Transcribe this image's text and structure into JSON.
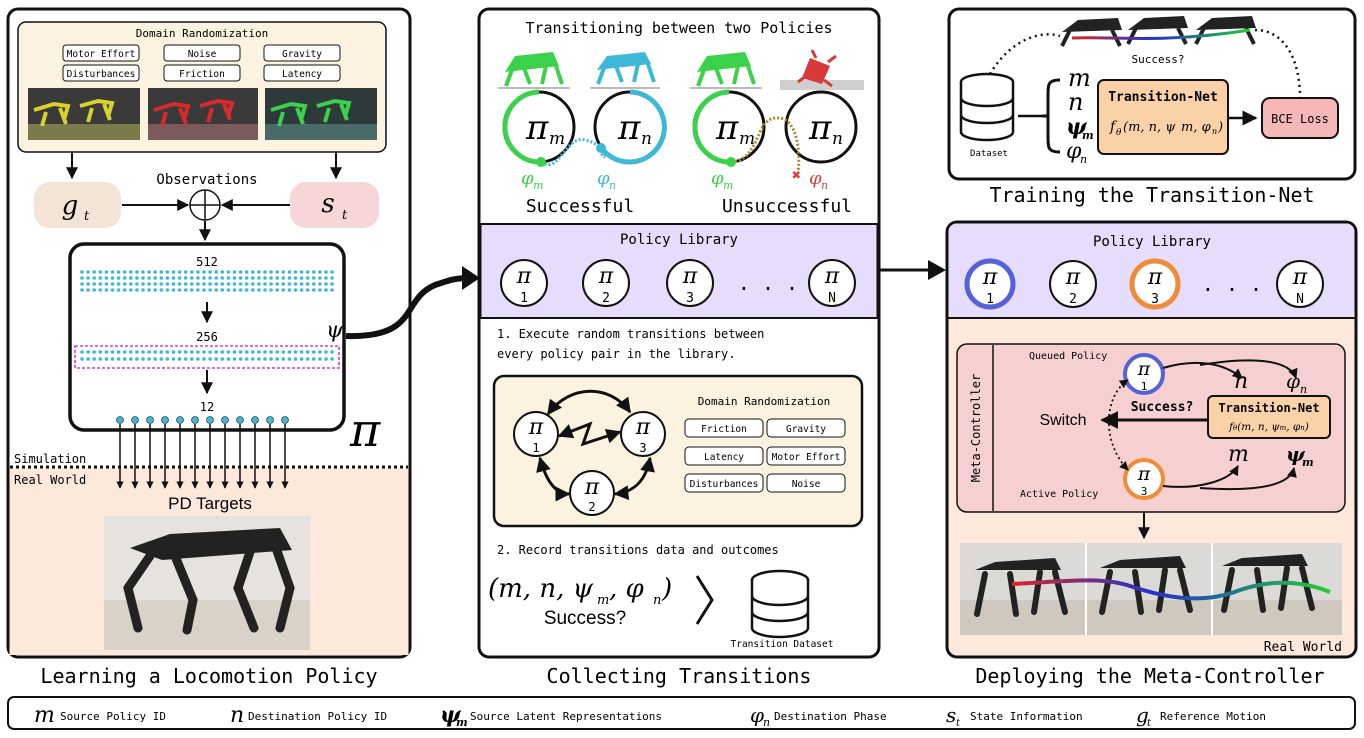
{
  "left": {
    "domain_randomization": {
      "title": "Domain Randomization",
      "chips": [
        "Motor Effort",
        "Noise",
        "Gravity",
        "Disturbances",
        "Friction",
        "Latency"
      ]
    },
    "observations": "Observations",
    "g_symbol": "g",
    "g_sub": "t",
    "s_symbol": "s",
    "s_sub": "t",
    "layers": [
      "512",
      "256",
      "12"
    ],
    "psi": "ψ",
    "pi": "π",
    "simulation": "Simulation",
    "real_world": "Real World",
    "pd_targets": "PD Targets",
    "caption": "Learning a Locomotion Policy"
  },
  "middle": {
    "transition_title": "Transitioning between two Policies",
    "pi_m": "π",
    "sub_m": "m",
    "pi_n": "π",
    "sub_n": "n",
    "phi": "φ",
    "successful": "Successful",
    "unsuccessful": "Unsuccessful",
    "library_title": "Policy Library",
    "library": [
      "1",
      "2",
      "3",
      "N"
    ],
    "ellipsis": ". . .",
    "step1_line1": "1. Execute random transitions between",
    "step1_line2": "every policy pair in the library.",
    "dr_title": "Domain Randomization",
    "dr_chips": [
      "Friction",
      "Gravity",
      "Latency",
      "Motor Effort",
      "Disturbances",
      "Noise"
    ],
    "graph_nodes": [
      "1",
      "3",
      "2"
    ],
    "step2": "2. Record transitions data and outcomes",
    "tuple": "(m, n, ψ",
    "tuple_end": ", φ",
    "tuple_close": ")",
    "success_q": "Success?",
    "dataset_label": "Transition Dataset",
    "caption": "Collecting Transitions"
  },
  "right": {
    "top": {
      "success_q": "Success?",
      "dataset": "Dataset",
      "inputs": [
        "m",
        "n",
        "ψ",
        "φ"
      ],
      "tn_title": "Transition-Net",
      "tn_func": "f",
      "tn_theta": "θ",
      "tn_args": "(m, n, ψ",
      "bce": "BCE Loss"
    },
    "training_caption": "Training the Transition-Net",
    "library_title": "Policy Library",
    "library": [
      "1",
      "2",
      "3",
      "N"
    ],
    "ellipsis": ". . .",
    "mc_label": "Meta-Controller",
    "queued": "Queued Policy",
    "active": "Active Policy",
    "switch": "Switch",
    "success_q": "Success?",
    "tn_title": "Transition-Net",
    "out_labels": [
      "n",
      "φ",
      "m",
      "ψ"
    ],
    "real_world": "Real World",
    "caption": "Deploying the Meta-Controller"
  },
  "legend": [
    {
      "sym": "m",
      "text": "Source Policy ID"
    },
    {
      "sym": "n",
      "text": "Destination Policy ID"
    },
    {
      "sym": "ψ",
      "text": "Source Latent Representations"
    },
    {
      "sym": "φ",
      "text": "Destination Phase"
    },
    {
      "sym": "s",
      "text": "State Information"
    },
    {
      "sym": "g",
      "text": "Reference Motion"
    }
  ],
  "colors": {
    "cream": "#fbf3df",
    "purple": "#e6dcfb",
    "peach": "#fde8dc",
    "pink": "#f6d0d0",
    "orange": "#fbd1a8",
    "green": "#3bd14a",
    "cyan": "#3fb8d8",
    "red": "#e03a3a",
    "blue_ring": "#5561d9",
    "orange_ring": "#ee8c3a"
  }
}
